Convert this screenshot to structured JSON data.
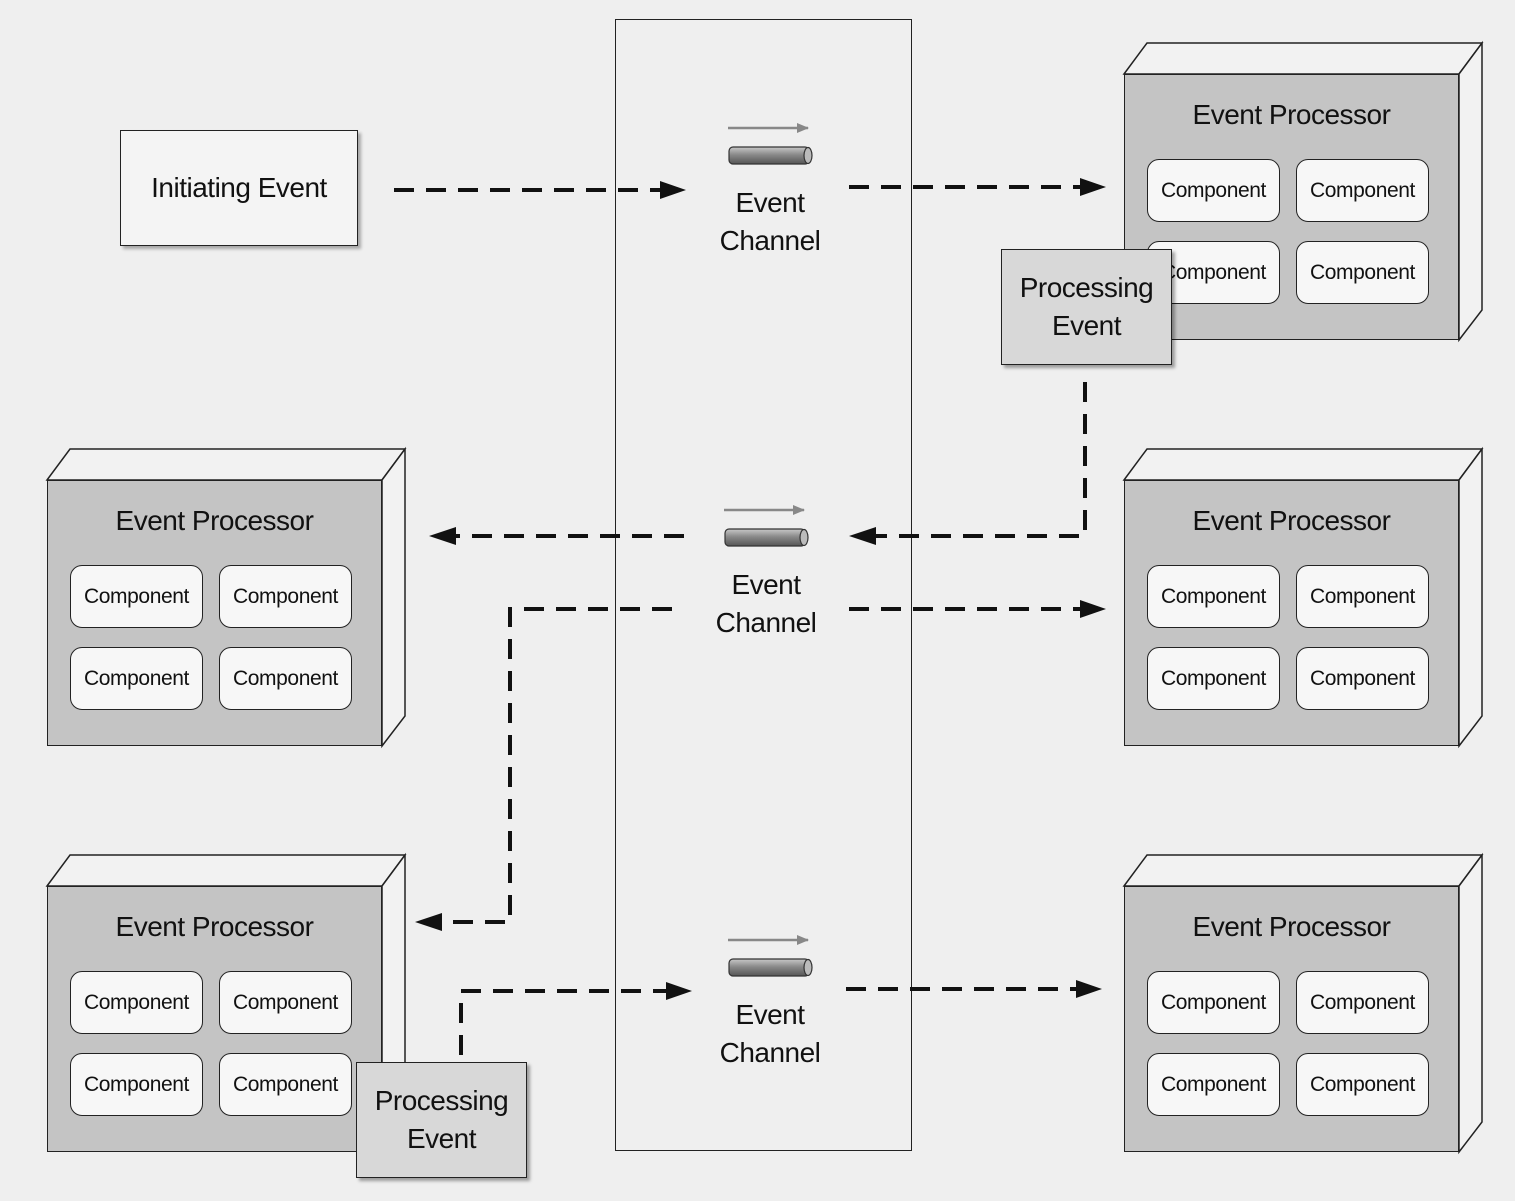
{
  "initiating_event": {
    "label": "Initiating Event"
  },
  "event_channels": [
    {
      "line1": "Event",
      "line2": "Channel"
    },
    {
      "line1": "Event",
      "line2": "Channel"
    },
    {
      "line1": "Event",
      "line2": "Channel"
    }
  ],
  "event_processors": [
    {
      "title": "Event Processor",
      "components": [
        "Component",
        "Component",
        "Component",
        "Component"
      ]
    },
    {
      "title": "Event Processor",
      "components": [
        "Component",
        "Component",
        "Component",
        "Component"
      ]
    },
    {
      "title": "Event Processor",
      "components": [
        "Component",
        "Component",
        "Component",
        "Component"
      ]
    },
    {
      "title": "Event Processor",
      "components": [
        "Component",
        "Component",
        "Component",
        "Component"
      ]
    },
    {
      "title": "Event Processor",
      "components": [
        "Component",
        "Component",
        "Component",
        "Component"
      ]
    }
  ],
  "processing_events": [
    {
      "line1": "Processing",
      "line2": "Event"
    },
    {
      "line1": "Processing",
      "line2": "Event"
    }
  ],
  "colors": {
    "background": "#efefef",
    "processor_fill": "#c4c4c4",
    "component_fill": "#f7f7f7",
    "processing_event_fill": "#d8d8d8",
    "line": "#111111"
  }
}
